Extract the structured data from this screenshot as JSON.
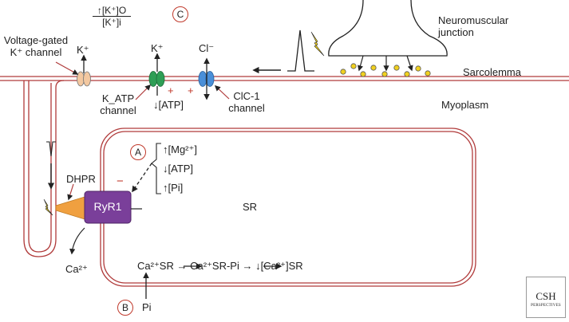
{
  "labels": {
    "neuromuscular_junction": "Neuromuscular\njunction",
    "sarcolemma": "Sarcolemma",
    "myoplasm": "Myoplasm",
    "voltage_gated_k": "Voltage-gated\nK⁺ channel",
    "k_plus_1": "K⁺",
    "k_plus_2": "K⁺",
    "cl_minus": "Cl⁻",
    "katp_channel": "K_ATP\nchannel",
    "atp_down": "↓[ATP]",
    "clc1_channel": "ClC-1\nchannel",
    "dhpr": "DHPR",
    "ryr1": "RyR1",
    "sr": "SR",
    "ca_out": "Ca²⁺",
    "pi": "Pi",
    "reaction": "Ca²⁺SR → Ca²⁺SR-Pi → ↓[Ca²⁺]SR",
    "ratio_num": "↑[K⁺]O",
    "ratio_den": "[K⁺]i",
    "a_list": [
      "↑[Mg²⁺]",
      "↓[ATP]",
      "↑[Pi]"
    ],
    "minus_sign": "−",
    "plus_sign": "+"
  },
  "markers": {
    "a": "A",
    "b": "B",
    "c": "C"
  },
  "logo": {
    "line1": "CSH",
    "line2": "PERSPECTIVES"
  },
  "colors": {
    "membrane": "#b03a3a",
    "ryr1": "#7a3f9a",
    "dhpr": "#f0a040",
    "katp": "#2e9e55",
    "clc1": "#4a8fd8",
    "k_channel": "#f3c8a0",
    "vesicle": "#f0d020",
    "accent_red": "#c0392b"
  }
}
